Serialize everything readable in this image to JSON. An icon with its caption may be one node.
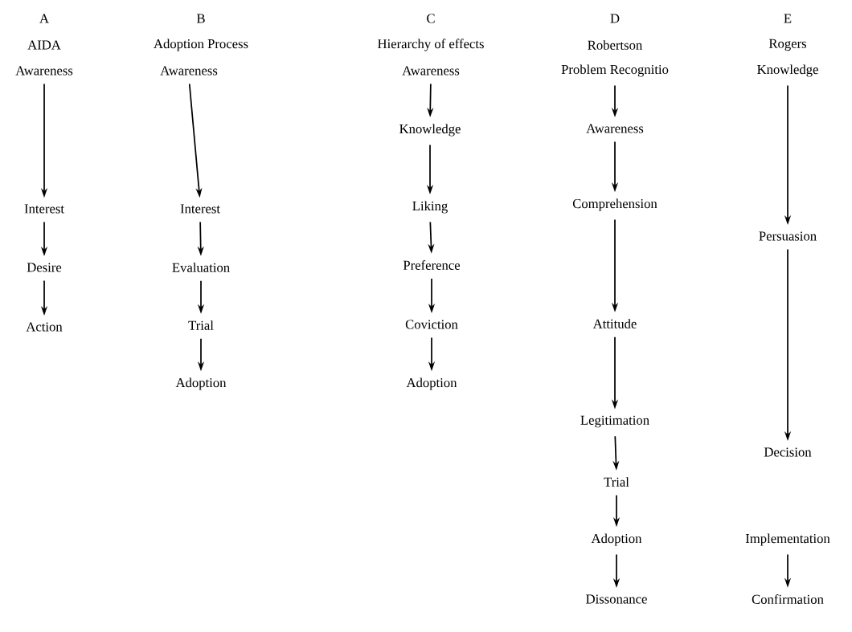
{
  "diagram": {
    "nodes": [
      {
        "text": [
          "Awareness"
        ]
      },
      {
        "text": [
          "Interest"
        ]
      },
      {
        "text": [
          "Desire"
        ]
      },
      {
        "text": [
          "Action"
        ]
      },
      {
        "text": [
          "Awareness"
        ]
      },
      {
        "text": [
          "Interest"
        ]
      },
      {
        "text": [
          "Evaluation"
        ]
      },
      {
        "text": [
          "Trial"
        ]
      },
      {
        "text": [
          "Adoption"
        ]
      },
      {
        "text": [
          "Awareness"
        ]
      },
      {
        "text": [
          "Knowledge"
        ]
      },
      {
        "text": [
          "Liking"
        ]
      },
      {
        "text": [
          "Preference"
        ]
      },
      {
        "text": [
          "Coviction"
        ]
      },
      {
        "text": [
          "Adoption"
        ]
      },
      {
        "text": [
          "Problem Recognitio"
        ]
      },
      {
        "text": [
          "Awareness"
        ]
      },
      {
        "text": [
          "Comprehension"
        ]
      },
      {
        "text": [
          "Attitude"
        ]
      },
      {
        "text": [
          "Legitimation"
        ]
      },
      {
        "text": [
          "Trial"
        ]
      },
      {
        "text": [
          "Adoption"
        ]
      },
      {
        "text": [
          "Dissonance"
        ]
      },
      {
        "text": [
          "Knowledge"
        ]
      },
      {
        "text": [
          "Persuasion"
        ]
      },
      {
        "text": [
          "Decision"
        ]
      },
      {
        "text": [
          "Implementation"
        ]
      },
      {
        "text": [
          "Confirmation"
        ]
      }
    ],
    "edges": [
      {
        "from": 0,
        "to": 1,
        "arrow": "to"
      },
      {
        "from": 1,
        "to": 2,
        "arrow": "to"
      },
      {
        "from": 2,
        "to": 3,
        "arrow": "to"
      },
      {
        "from": 4,
        "to": 5,
        "arrow": "to"
      },
      {
        "from": 5,
        "to": 6,
        "arrow": "to"
      },
      {
        "from": 6,
        "to": 7,
        "arrow": "to"
      },
      {
        "from": 7,
        "to": 8,
        "arrow": "to"
      },
      {
        "from": 9,
        "to": 10,
        "arrow": "to"
      },
      {
        "from": 10,
        "to": 11,
        "arrow": "to"
      },
      {
        "from": 11,
        "to": 12,
        "arrow": "to"
      },
      {
        "from": 12,
        "to": 13,
        "arrow": "to"
      },
      {
        "from": 13,
        "to": 14,
        "arrow": "to"
      },
      {
        "from": 15,
        "to": 16,
        "arrow": "to"
      },
      {
        "from": 16,
        "to": 17,
        "arrow": "to"
      },
      {
        "from": 17,
        "to": 18,
        "arrow": "to"
      },
      {
        "from": 18,
        "to": 19,
        "arrow": "to"
      },
      {
        "from": 19,
        "to": 20,
        "arrow": "to"
      },
      {
        "from": 20,
        "to": 21,
        "arrow": "to"
      },
      {
        "from": 21,
        "to": 22,
        "arrow": "to"
      },
      {
        "from": 23,
        "to": 24,
        "arrow": "to"
      },
      {
        "from": 24,
        "to": 25,
        "arrow": "to"
      },
      {
        "from": 26,
        "to": 27,
        "arrow": "to"
      }
    ],
    "labels": [
      "A",
      "B",
      "C",
      "D",
      "E",
      "AIDA",
      "Adoption Process",
      "Hierarchy of effects",
      "Robertson",
      "Rogers"
    ]
  }
}
